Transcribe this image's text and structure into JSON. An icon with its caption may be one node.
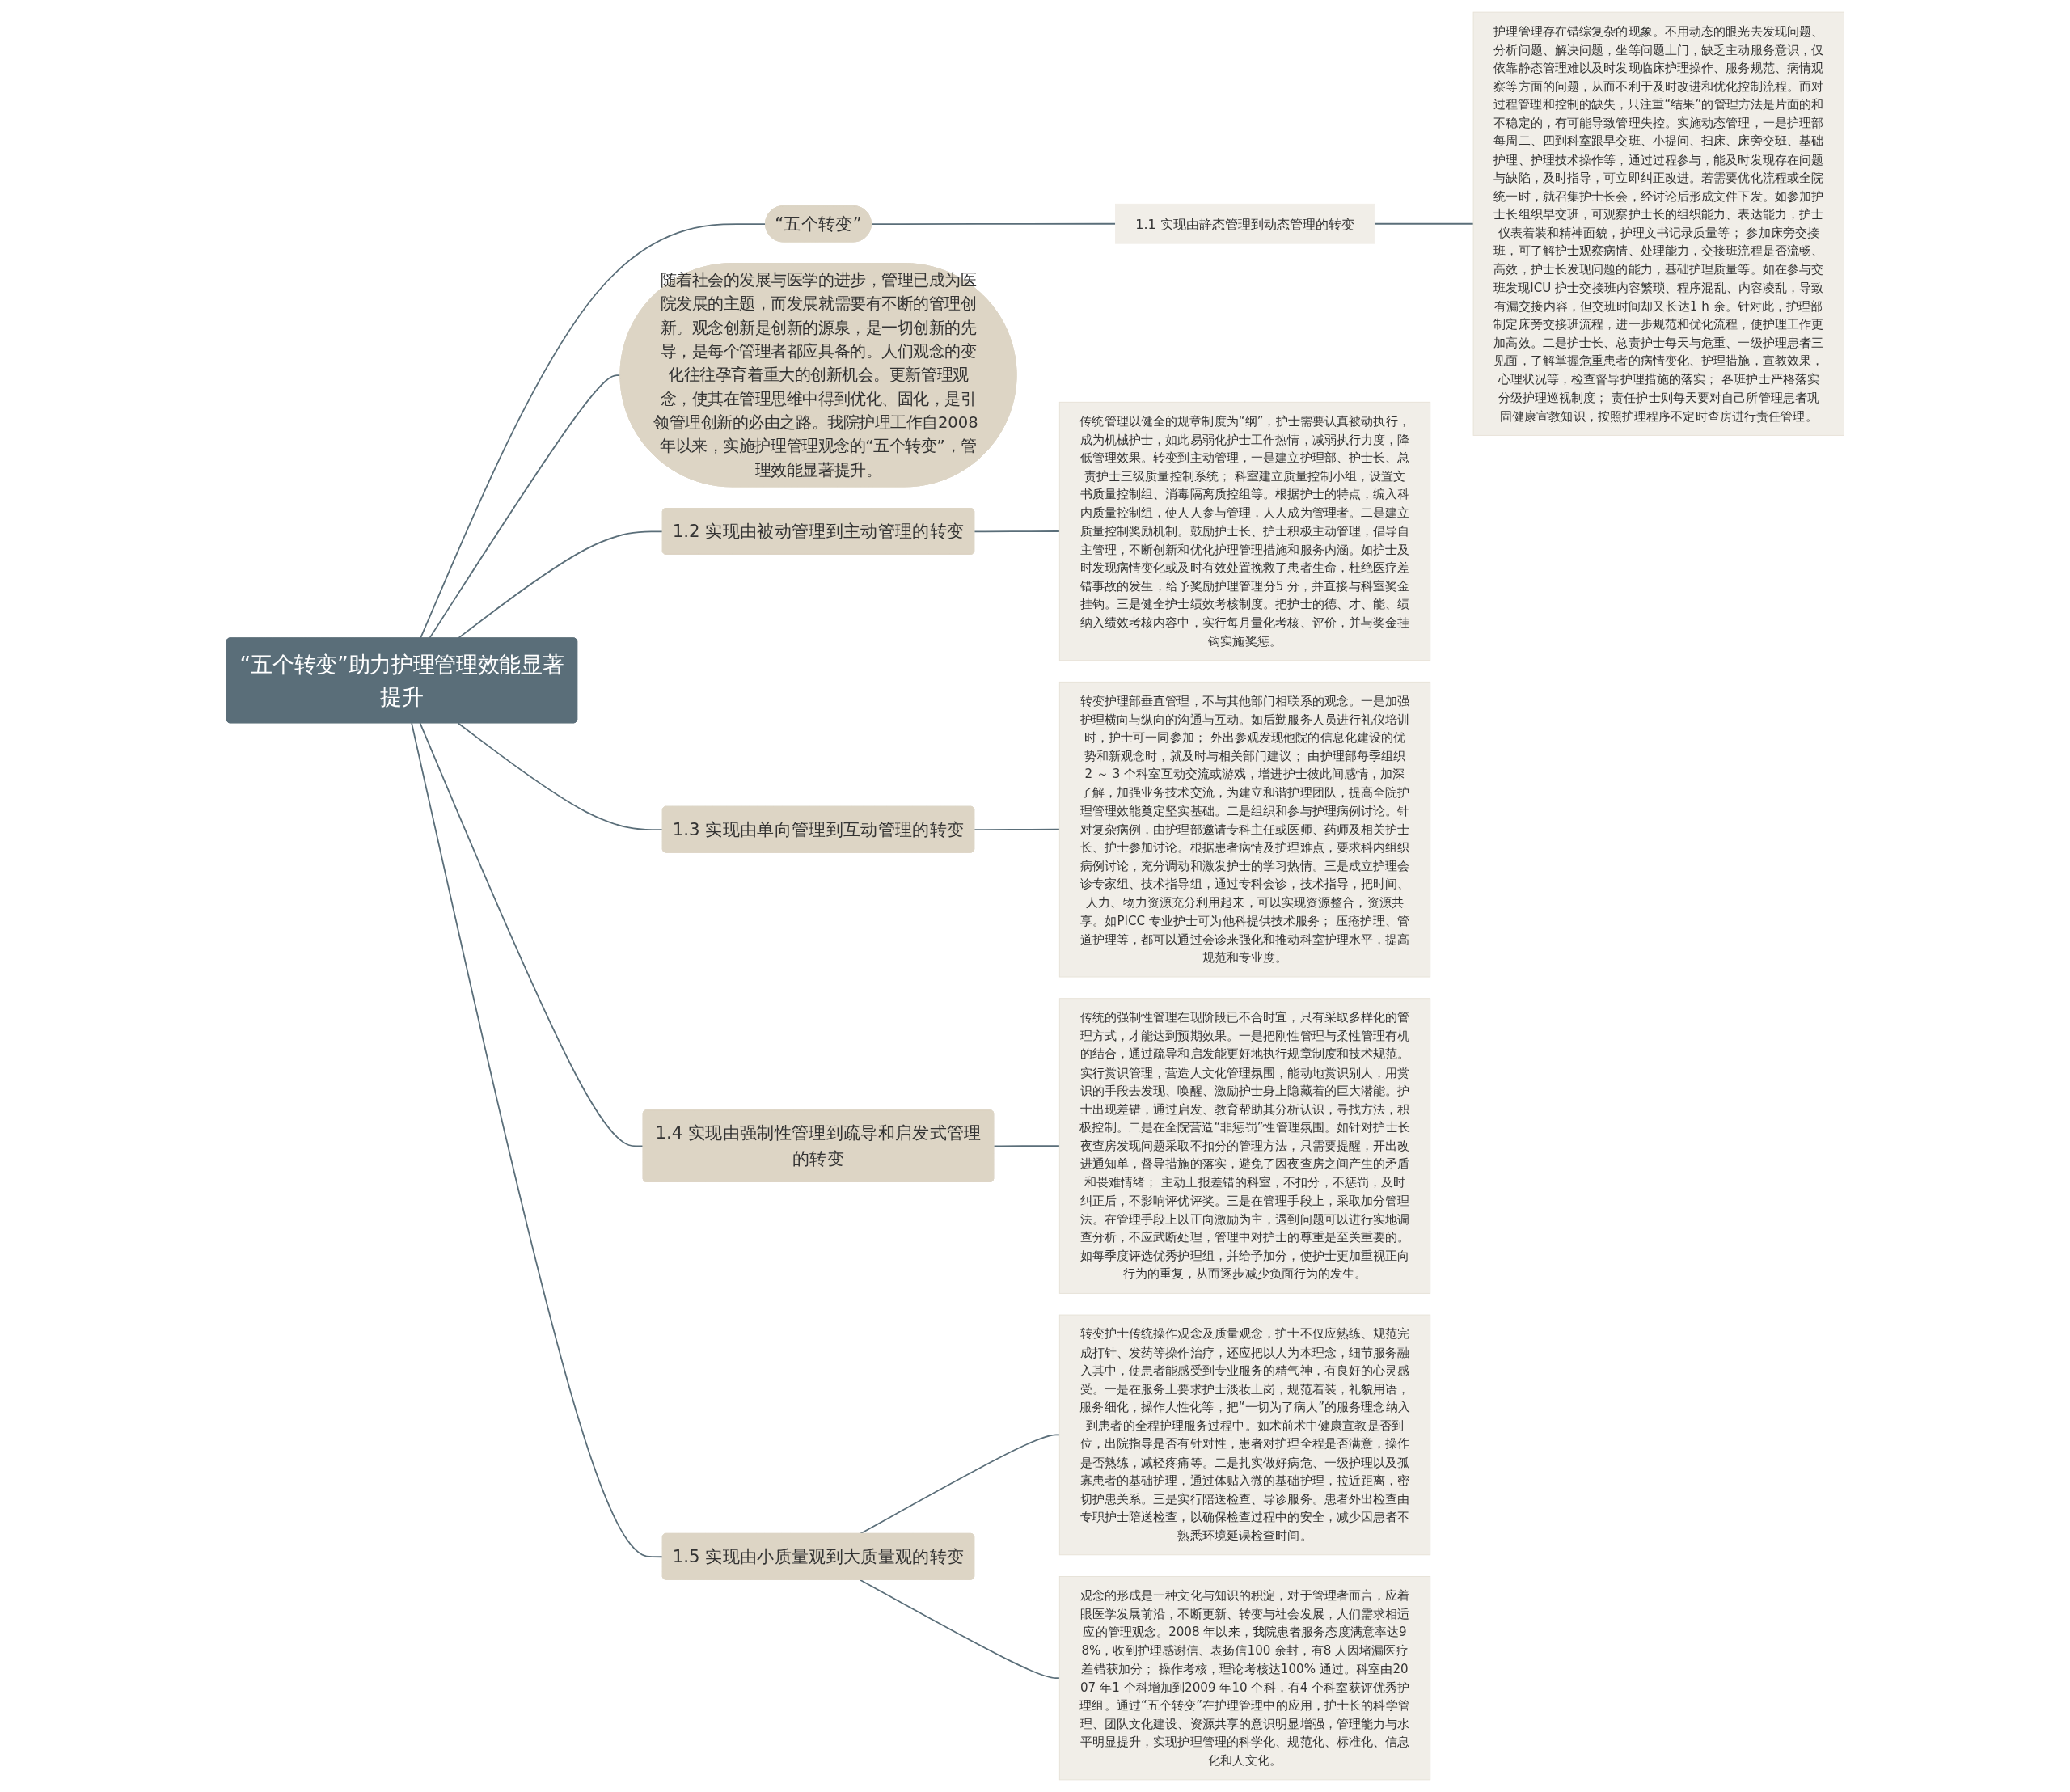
{
  "diagram": {
    "nodes": [
      {
        "text": [
          "“五个转变”助力护理管理效能显著提升"
        ]
      },
      {
        "text": [
          "“五个转变”"
        ]
      },
      {
        "text": [
          "1.1 实现由静态管理到动态管理的转变"
        ]
      },
      {
        "text": [
          "护理管理存在错综复杂的现象。不用动态的眼光去发现问题、分析问题、解决问题，坐等问题上门，缺乏主动服务意识，仅依靠静态管理难以及时发现临床护理操作、服务规范、病情观察等方面的问题，从而不利于及时改进和优化控制流程。而对过程管理和控制的缺失，只注重“结果”的管理方法是片面的和不稳定的，有可能导致管理失控。实施动态管理，一是护理部每周二、四到科室跟早交班、小提问、扫床、床旁交班、基础护理、护理技术操作等，通过过程参与，能及时发现存在问题与缺陷，及时指导，可立即纠正改进。若需要优化流程或全院统一时，就召集护士长会，经讨论后形成文件下发。如参加护士长组织早交班，可观察护士长的组织能力、表达能力，护士仪表着装和精神面貌，护理文书记录质量等； 参加床旁交接班，可了解护士观察病情、处理能力，交接班流程是否流畅、高效，护士长发现问题的能力，基础护理质量等。如在参与交班发现ICU 护士交接班内容繁琐、程序混乱、内容凌乱，导致有漏交接内容，但交班时间却又长达1 h 余。针对此，护理部制定床旁交接班流程，进一步规范和优化流程，使护理工作更加高效。二是护士长、总责护士每天与危重、一级护理患者三见面，了解掌握危重患者的病情变化、护理措施，宣教效果，心理状况等，检查督导护理措施的落实； 各班护士严格落实分级护理巡视制度； 责任护士则每天要对自己所管理患者巩固健康宣教知识，按照护理程序不定时查房进行责任管理。"
        ]
      },
      {
        "text": [
          "随着社会的发展与医学的进步，管理已成为医院发展的主题，而发展就需要有不断的管理创新。观念创新是创新的源泉，是一切创新的先导，是每个管理者都应具备的。人们观念的变化往往孕育着重大的创新机会。更新管理观念，使其在管理思维中得到优化、固化，是引领管理创新的必由之路。我院护理工作自2008 年以来，实施护理管理观念的“五个转变”，管理效能显著提升。"
        ]
      },
      {
        "text": [
          "1.2 实现由被动管理到主动管理的转变"
        ]
      },
      {
        "text": [
          "传统管理以健全的规章制度为“纲”，护士需要认真被动执行，成为机械护士，如此易弱化护士工作热情，减弱执行力度，降低管理效果。转变到主动管理，一是建立护理部、护士长、总责护士三级质量控制系统； 科室建立质量控制小组，设置文书质量控制组、消毒隔离质控组等。根据护士的特点，编入科内质量控制组，使人人参与管理，人人成为管理者。二是建立质量控制奖励机制。鼓励护士长、护士积极主动管理，倡导自主管理，不断创新和优化护理管理措施和服务内涵。如护士及时发现病情变化或及时有效处置挽救了患者生命，杜绝医疗差错事故的发生，给予奖励护理管理分5 分，并直接与科室奖金挂钩。三是健全护士绩效考核制度。把护士的德、才、能、绩纳入绩效考核内容中，实行每月量化考核、评价，并与奖金挂钩实施奖惩。"
        ]
      },
      {
        "text": [
          "1.3 实现由单向管理到互动管理的转变"
        ]
      },
      {
        "text": [
          "转变护理部垂直管理，不与其他部门相联系的观念。一是加强护理横向与纵向的沟通与互动。如后勤服务人员进行礼仪培训时，护士可一同参加； 外出参观发现他院的信息化建设的优势和新观念时，就及时与相关部门建议； 由护理部每季组织2 ～ 3 个科室互动交流或游戏，增进护士彼此间感情，加深了解，加强业务技术交流，为建立和谐护理团队，提高全院护理管理效能奠定坚实基础。二是组织和参与护理病例讨论。针对复杂病例，由护理部邀请专科主任或医师、药师及相关护士长、护士参加讨论。根据患者病情及护理难点，要求科内组织病例讨论，充分调动和激发护士的学习热情。三是成立护理会诊专家组、技术指导组，通过专科会诊，技术指导，把时间、人力、物力资源充分利用起来，可以实现资源整合，资源共享。如PICC 专业护士可为他科提供技术服务； 压疮护理、管道护理等，都可以通过会诊来强化和推动科室护理水平，提高规范和专业度。"
        ]
      },
      {
        "text": [
          "1.4 实现由强制性管理到疏导和启发式管理的转变"
        ]
      },
      {
        "text": [
          "传统的强制性管理在现阶段已不合时宜，只有采取多样化的管理方式，才能达到预期效果。一是把刚性管理与柔性管理有机的结合，通过疏导和启发能更好地执行规章制度和技术规范。实行赏识管理，营造人文化管理氛围，能动地赏识别人，用赏识的手段去发现、唤醒、激励护士身上隐藏着的巨大潜能。护士出现差错，通过启发、教育帮助其分析认识，寻找方法，积极控制。二是在全院营造“非惩罚”性管理氛围。如针对护士长夜查房发现问题采取不扣分的管理方法，只需要提醒，开出改进通知单，督导措施的落实，避免了因夜查房之间产生的矛盾和畏难情绪； 主动上报差错的科室，不扣分，不惩罚，及时纠正后，不影响评优评奖。三是在管理手段上，采取加分管理法。在管理手段上以正向激励为主，遇到问题可以进行实地调查分析，不应武断处理，管理中对护士的尊重是至关重要的。如每季度评选优秀护理组，并给予加分，使护士更加重视正向行为的重复，从而逐步减少负面行为的发生。"
        ]
      },
      {
        "text": [
          "1.5 实现由小质量观到大质量观的转变"
        ]
      },
      {
        "text": [
          "转变护士传统操作观念及质量观念，护士不仅应熟练、规范完成打针、发药等操作治疗，还应把以人为本理念，细节服务融入其中，使患者能感受到专业服务的精气神，有良好的心灵感受。一是在服务上要求护士淡妆上岗，规范着装，礼貌用语，服务细化，操作人性化等，把“一切为了病人”的服务理念纳入到患者的全程护理服务过程中。如术前术中健康宣教是否到位，出院指导是否有针对性，患者对护理全程是否满意，操作是否熟练，减轻疼痛等。二是扎实做好病危、一级护理以及孤寡患者的基础护理，通过体贴入微的基础护理，拉近距离，密切护患关系。三是实行陪送检查、导诊服务。患者外出检查由专职护士陪送检查，以确保检查过程中的安全，减少因患者不熟悉环境延误检查时间。"
        ]
      },
      {
        "text": [
          "观念的形成是一种文化与知识的积淀，对于管理者而言，应着眼医学发展前沿，不断更新、转变与社会发展，人们需求相适应的管理观念。2008 年以来，我院患者服务态度满意率达98%，收到护理感谢信、表扬信100 余封，有8 人因堵漏医疗差错获加分； 操作考核，理论考核达100% 通过。科室由2007 年1 个科增加到2009 年10 个科，有4 个科室获评优秀护理组。通过“五个转变”在护理管理中的应用，护士长的科学管理、团队文化建设、资源共享的意识明显增强，管理能力与水平明显提升，实现护理管理的科学化、规范化、标准化、信息化和人文化。"
        ]
      }
    ],
    "edges": [
      {
        "from": 0,
        "to": 1,
        "arrow": "none"
      },
      {
        "from": 1,
        "to": 2,
        "arrow": "none"
      },
      {
        "from": 2,
        "to": 3,
        "arrow": "none"
      },
      {
        "from": 0,
        "to": 4,
        "arrow": "none"
      },
      {
        "from": 0,
        "to": 5,
        "arrow": "none"
      },
      {
        "from": 5,
        "to": 6,
        "arrow": "none"
      },
      {
        "from": 0,
        "to": 7,
        "arrow": "none"
      },
      {
        "from": 7,
        "to": 8,
        "arrow": "none"
      },
      {
        "from": 0,
        "to": 9,
        "arrow": "none"
      },
      {
        "from": 9,
        "to": 10,
        "arrow": "none"
      },
      {
        "from": 0,
        "to": 11,
        "arrow": "none"
      },
      {
        "from": 11,
        "to": 12,
        "arrow": "none"
      },
      {
        "from": 11,
        "to": 13,
        "arrow": "none"
      }
    ]
  }
}
